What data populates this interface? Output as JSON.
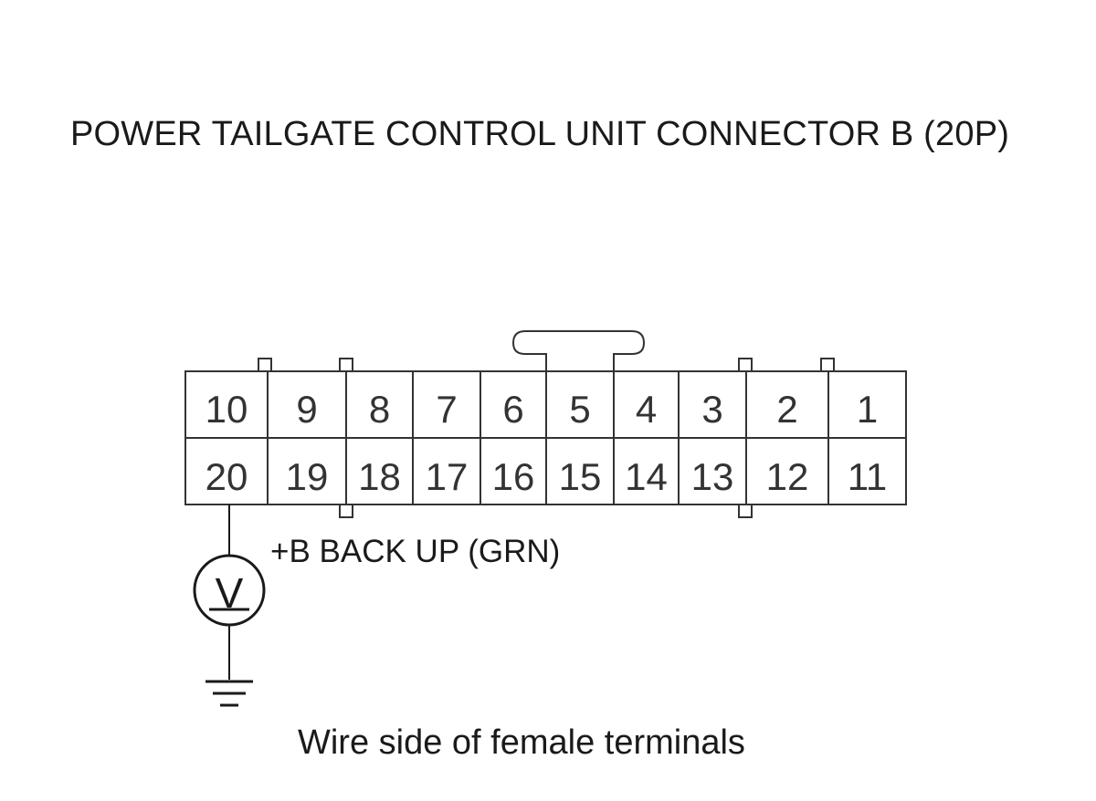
{
  "title": "POWER TAILGATE CONTROL UNIT CONNECTOR B (20P)",
  "connector": {
    "top_row": [
      "10",
      "9",
      "8",
      "7",
      "6",
      "5",
      "4",
      "3",
      "2",
      "1"
    ],
    "bottom_row": [
      "20",
      "19",
      "18",
      "17",
      "16",
      "15",
      "14",
      "13",
      "12",
      "11"
    ]
  },
  "wire_label": "+B BACK UP (GRN)",
  "meter_symbol": "V",
  "caption": "Wire side of female terminals"
}
